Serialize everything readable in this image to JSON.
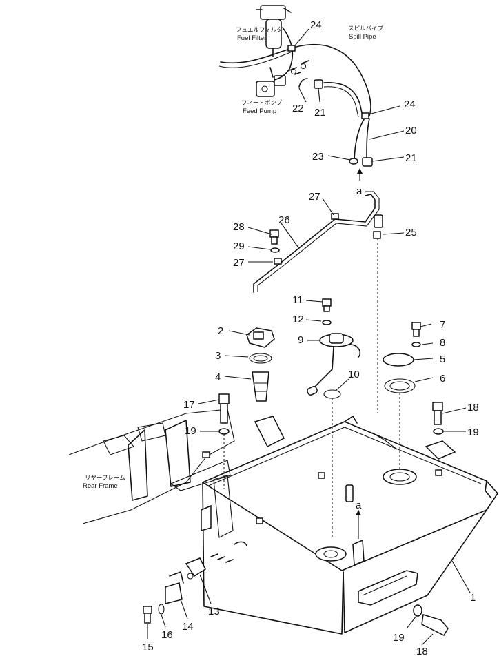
{
  "labels": {
    "fuel_filter_jp": "フュエルフィルタ",
    "fuel_filter_en": "Fuel Filter",
    "spill_pipe_jp": "スピルパイプ",
    "spill_pipe_en": "Spill Pipe",
    "feed_pump_jp": "フィードポンプ",
    "feed_pump_en": "Feed Pump",
    "rear_frame_jp": "リヤーフレーム",
    "rear_frame_en": "Rear Frame",
    "ref_a_top": "a",
    "ref_a_bottom": "a"
  },
  "callouts": [
    "24",
    "24",
    "22",
    "21",
    "20",
    "23",
    "21",
    "27",
    "26",
    "28",
    "29",
    "27",
    "25",
    "11",
    "12",
    "9",
    "10",
    "2",
    "3",
    "4",
    "7",
    "8",
    "5",
    "6",
    "17",
    "19",
    "18",
    "19",
    "1",
    "13",
    "14",
    "16",
    "15",
    "19",
    "18"
  ]
}
